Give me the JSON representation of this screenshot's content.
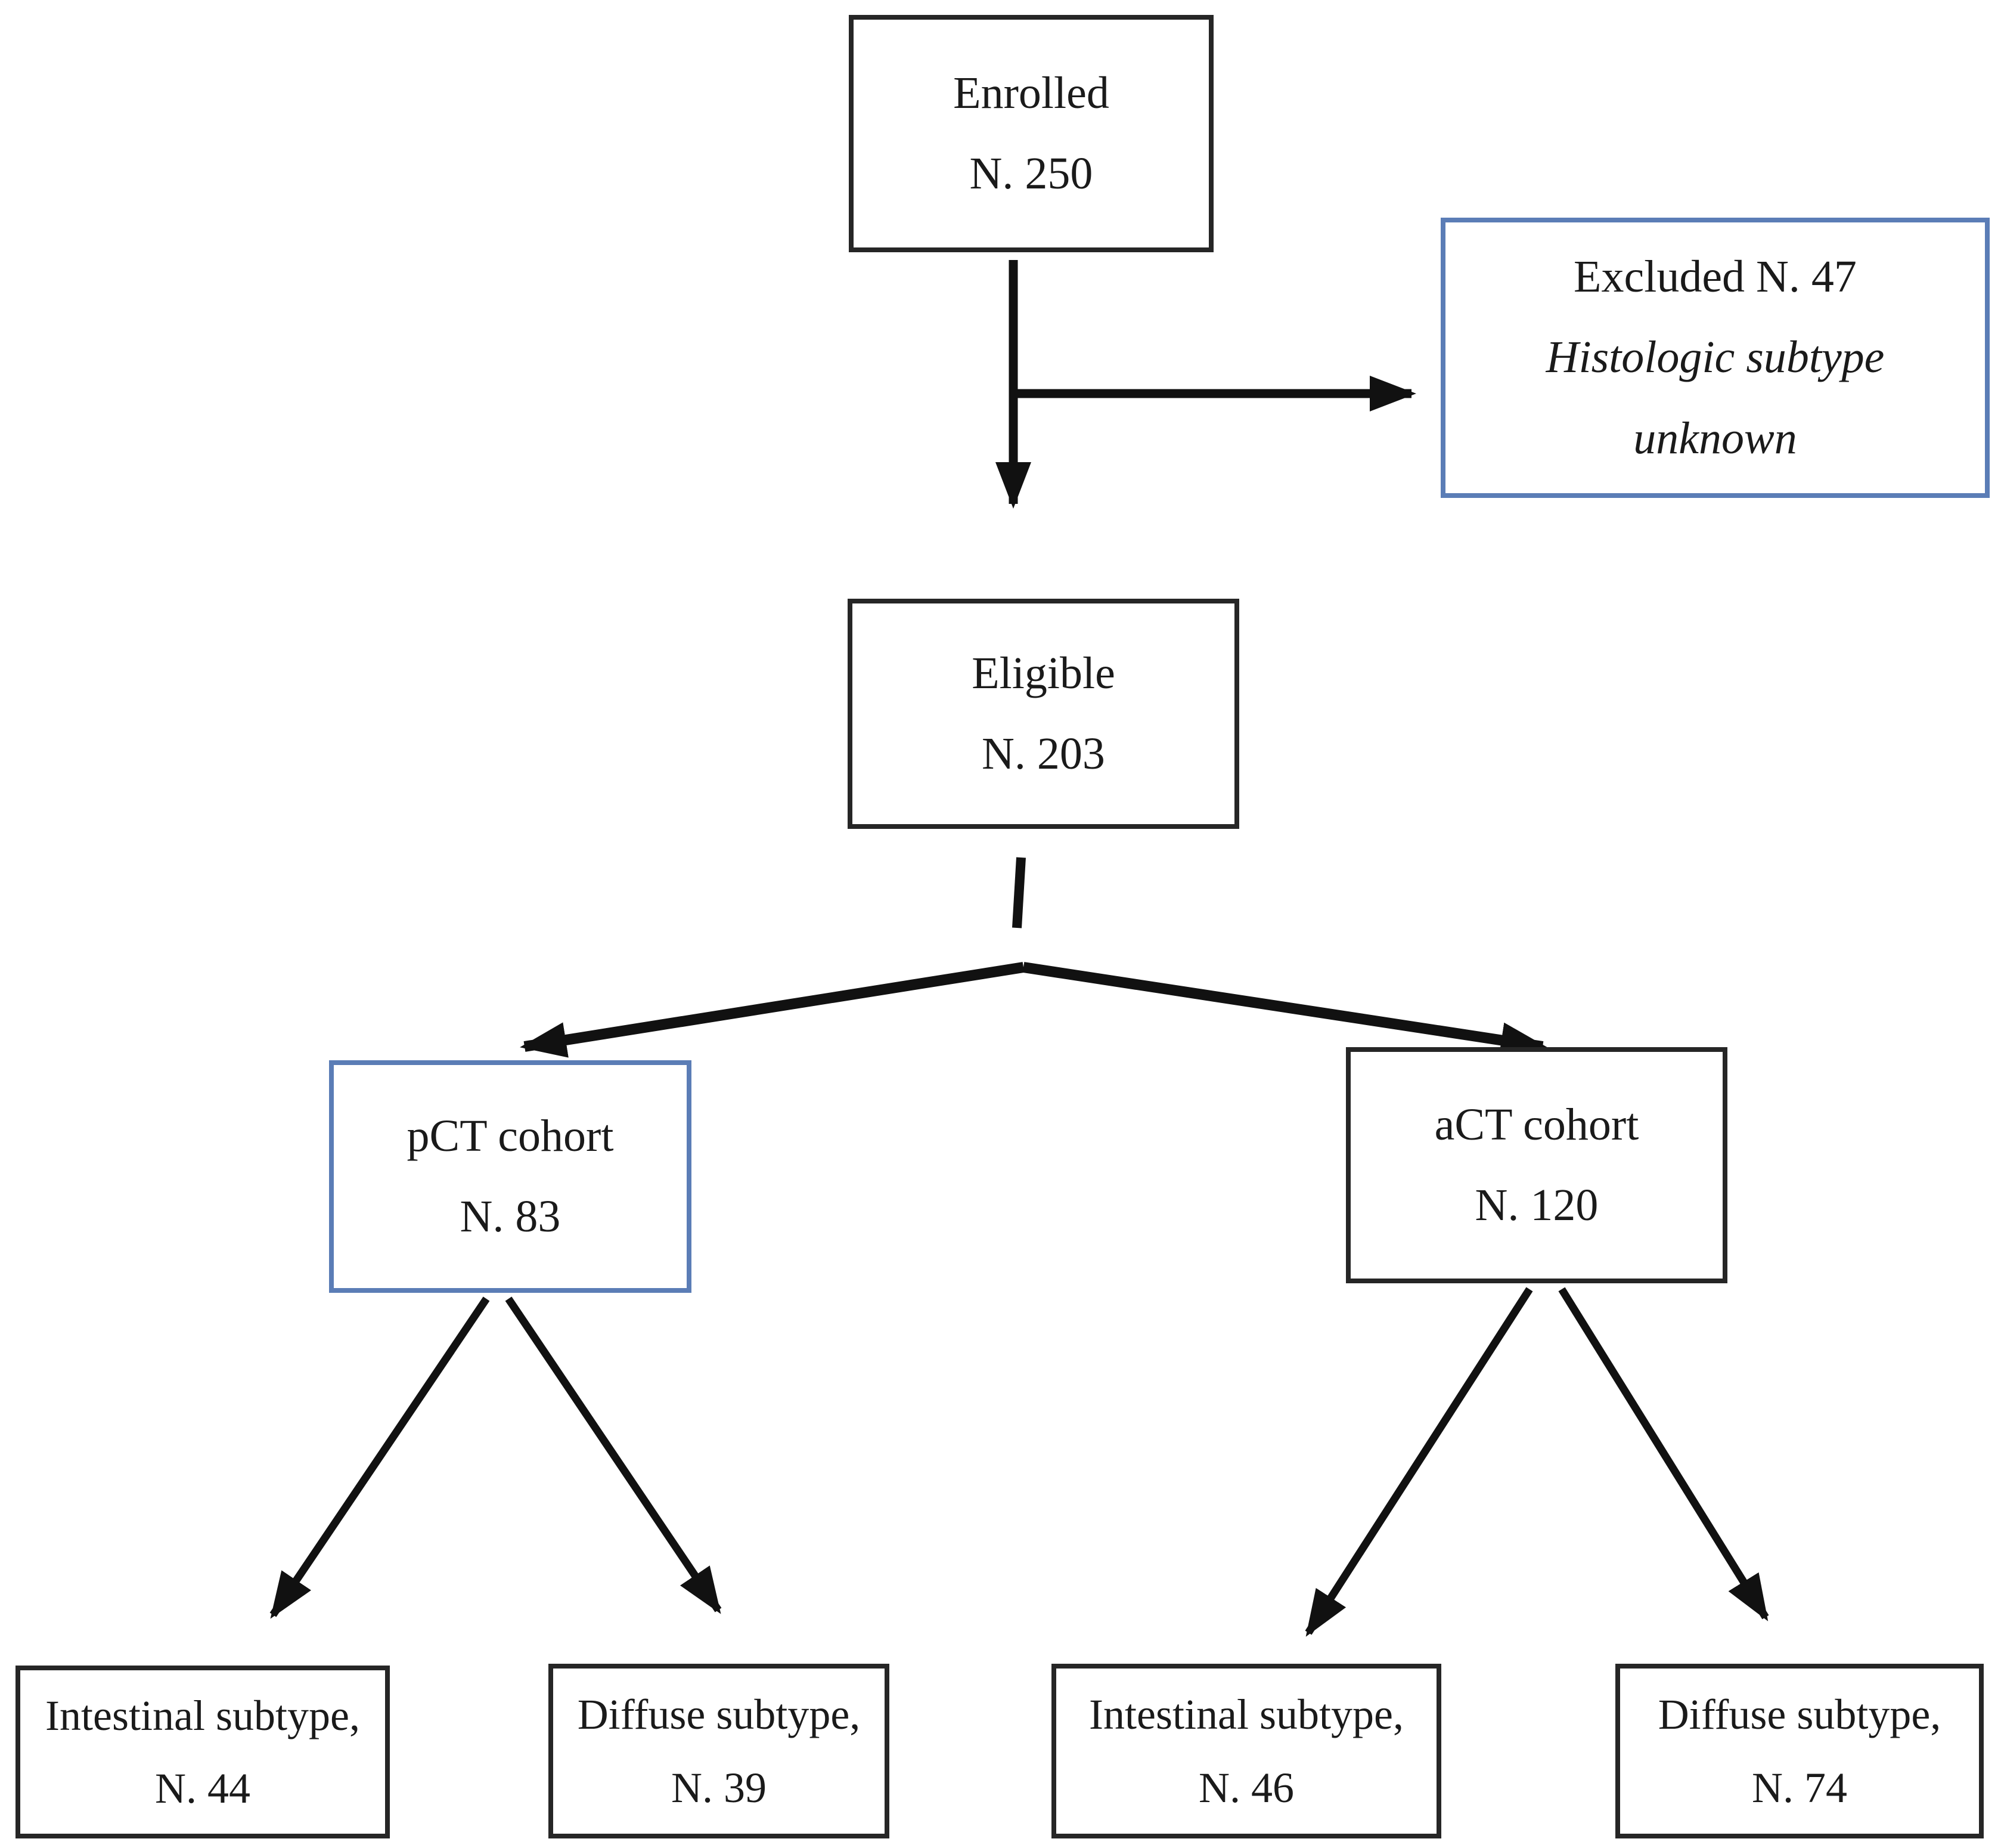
{
  "colors": {
    "border_black": "#262626",
    "border_blue": "#5b7db6",
    "arrow": "#111111",
    "text": "#1a1a1a",
    "background": "#ffffff"
  },
  "nodes": {
    "enrolled": {
      "line1": "Enrolled",
      "line2": "N. 250"
    },
    "excluded": {
      "line1": "Excluded N. 47",
      "line2": "Histologic subtype",
      "line3": "unknown"
    },
    "eligible": {
      "line1": "Eligible",
      "line2": "N. 203"
    },
    "pct_cohort": {
      "line1": "pCT cohort",
      "line2": "N. 83"
    },
    "act_cohort": {
      "line1": "aCT cohort",
      "line2": "N. 120"
    },
    "pct_intestinal": {
      "line1": "Intestinal subtype,",
      "line2": "N. 44"
    },
    "pct_diffuse": {
      "line1": "Diffuse subtype,",
      "line2": "N. 39"
    },
    "act_intestinal": {
      "line1": "Intestinal subtype,",
      "line2": "N. 46"
    },
    "act_diffuse": {
      "line1": "Diffuse subtype,",
      "line2": "N. 74"
    }
  }
}
